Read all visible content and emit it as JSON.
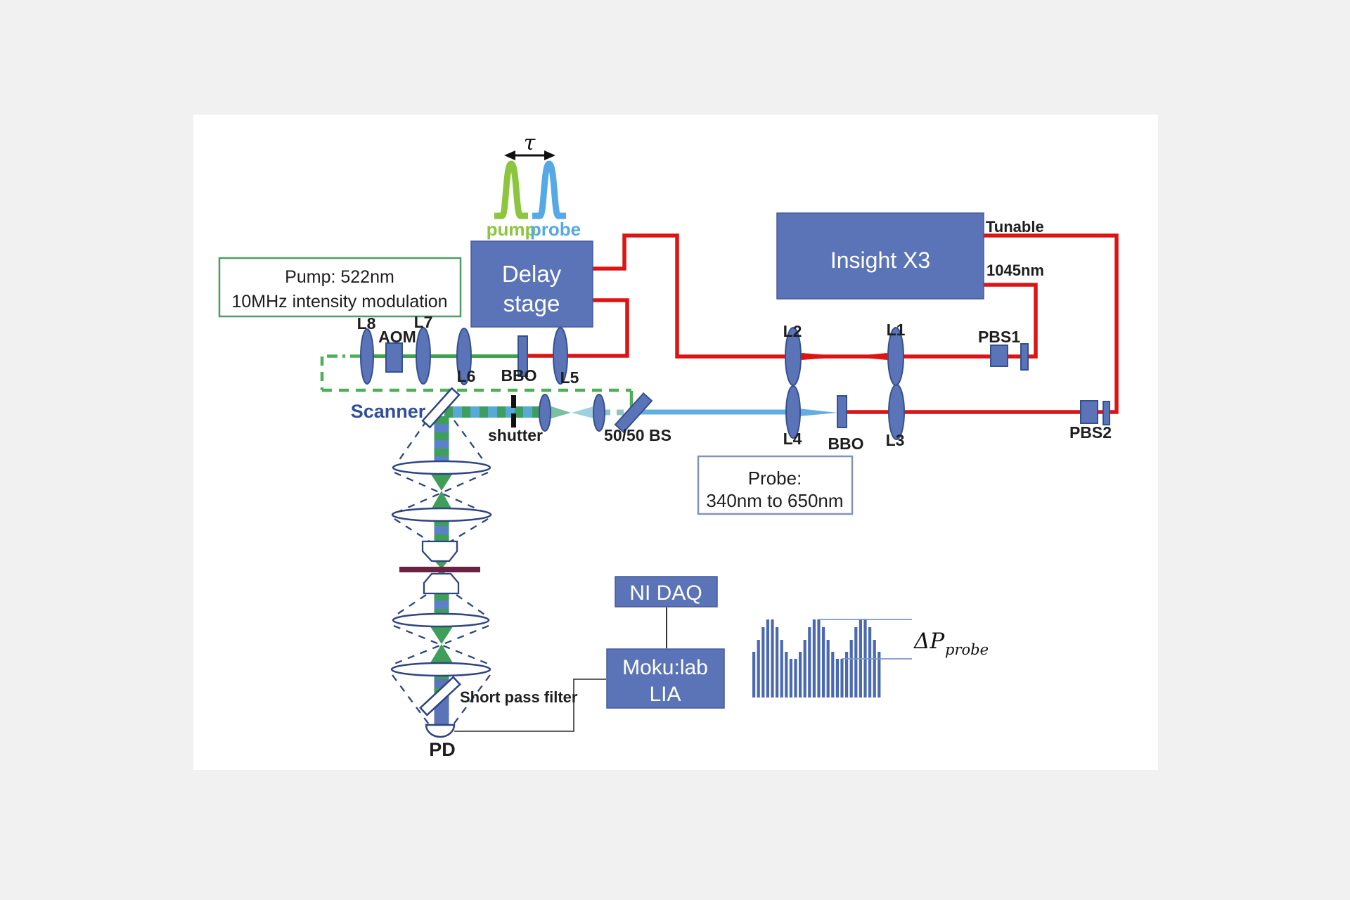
{
  "colors": {
    "pump_green": "#8cc63e",
    "probe_blue": "#57a9e5",
    "beam_red": "#dd1414",
    "beam_green": "#3fa34d",
    "dashed_green": "#4fae58",
    "box_blue": "#5b74b8",
    "waveform_blue": "#4a69b0"
  },
  "pulses": {
    "tau": "τ",
    "pump": "pump",
    "probe": "probe"
  },
  "boxes": {
    "pump_info": {
      "line1": "Pump: 522nm",
      "line2": "10MHz intensity modulation"
    },
    "delay_stage": {
      "line1": "Delay",
      "line2": "stage"
    },
    "insight": {
      "label": "Insight X3"
    },
    "probe_info": {
      "line1": "Probe:",
      "line2": "340nm to 650nm"
    },
    "ni_daq": {
      "label": "NI DAQ"
    },
    "moku_lia": {
      "line1": "Moku:lab",
      "line2": "LIA"
    }
  },
  "beams": {
    "tunable": "Tunable",
    "pump_source": "1045nm"
  },
  "components": {
    "l1": "L1",
    "l2": "L2",
    "l3": "L3",
    "l4": "L4",
    "l5": "L5",
    "l6": "L6",
    "l7": "L7",
    "l8": "L8",
    "aom": "AOM",
    "bbo_pump": "BBO",
    "bbo_probe": "BBO",
    "pbs1": "PBS1",
    "pbs2": "PBS2",
    "scanner": "Scanner",
    "shutter": "shutter",
    "beam_splitter": "50/50 BS",
    "short_pass_filter": "Short pass filter",
    "photodiode": "PD"
  },
  "waveform": {
    "delta_label": "ΔP",
    "delta_subscript": "probe",
    "bar_heights": [
      65,
      82,
      100,
      111,
      111,
      100,
      82,
      65,
      55,
      55,
      65,
      82,
      100,
      111,
      111,
      100,
      82,
      65,
      55,
      55,
      65,
      82,
      100,
      111,
      111,
      100,
      82,
      65
    ]
  }
}
